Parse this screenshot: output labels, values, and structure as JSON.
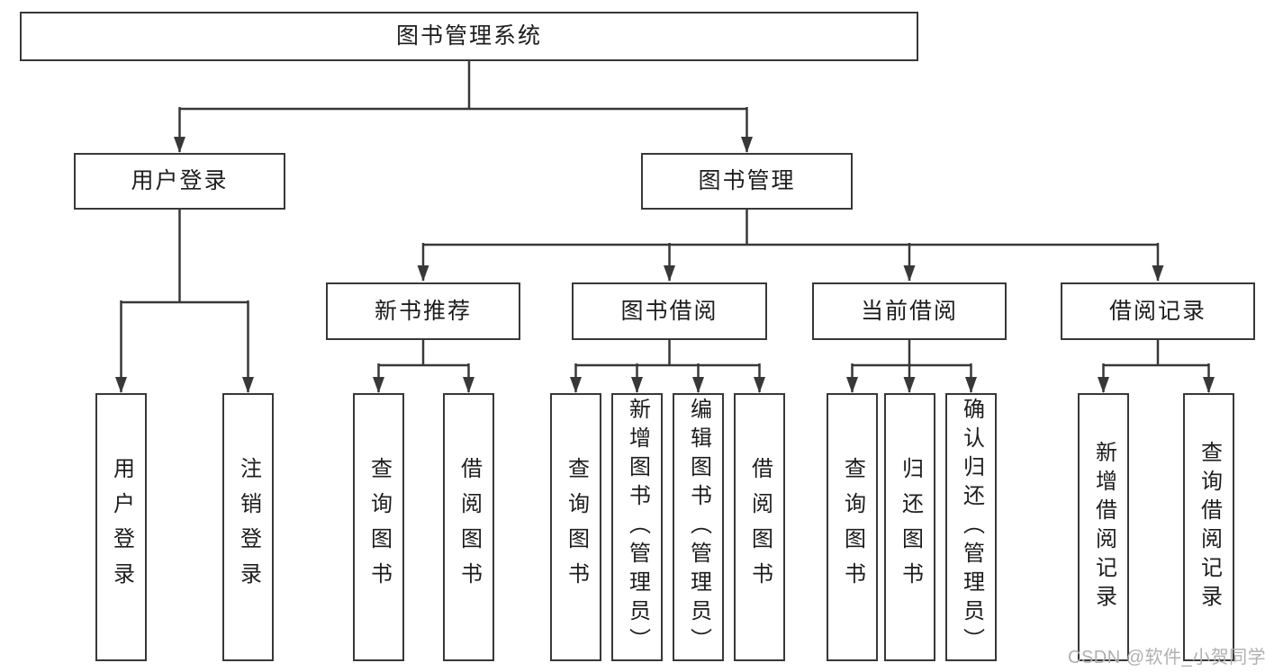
{
  "diagram_title": "图书管理系统",
  "tree": {
    "root": "图书管理系统",
    "branches": [
      {
        "label": "用户登录",
        "children": [
          {
            "label": "用户登录"
          },
          {
            "label": "注销登录"
          }
        ]
      },
      {
        "label": "图书管理",
        "children": [
          {
            "label": "新书推荐",
            "children": [
              {
                "label": "查询图书"
              },
              {
                "label": "借阅图书"
              }
            ]
          },
          {
            "label": "图书借阅",
            "children": [
              {
                "label": "查询图书"
              },
              {
                "label": "新增图书（管理员）"
              },
              {
                "label": "编辑图书（管理员）"
              },
              {
                "label": "借阅图书"
              }
            ]
          },
          {
            "label": "当前借阅",
            "children": [
              {
                "label": "查询图书"
              },
              {
                "label": "归还图书"
              },
              {
                "label": "确认归还（管理员）"
              }
            ]
          },
          {
            "label": "借阅记录",
            "children": [
              {
                "label": "新增借阅记录"
              },
              {
                "label": "查询借阅记录"
              }
            ]
          }
        ]
      }
    ]
  },
  "colors": {
    "line": "#383838",
    "box_border": "#383838",
    "box_fill": "#ffffff",
    "text": "#1d1d1d",
    "watermark": "#b0b0b0"
  },
  "watermark": {
    "text": "CSDN @软件_小贺同学"
  }
}
